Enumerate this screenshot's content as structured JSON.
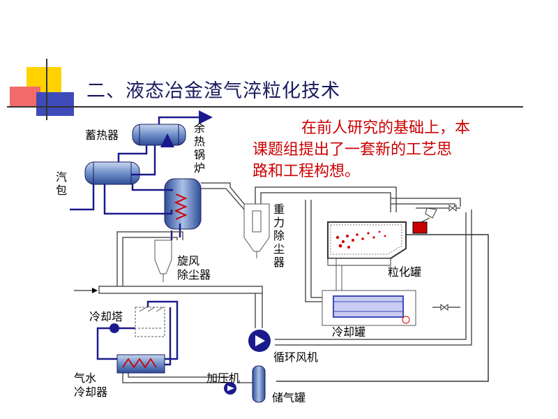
{
  "slide": {
    "title": "二、液态冶金渣气淬粒化技术",
    "note_lines": [
      "在前人研究的基础上，本",
      "课题组提出了一套新的工艺思",
      "路和工程构想。"
    ]
  },
  "labels": {
    "heat_storage": "蓄热器",
    "steam_drum": "汽包",
    "waste_heat_boiler": "余热锅炉",
    "gravity_dust": "重力除尘器",
    "cyclone": "旋风\n除尘器",
    "granulation_tank": "粒化罐",
    "cooling_tank": "冷却罐",
    "cooling_tower": "冷却塔",
    "circ_fan": "循环风机",
    "gas_water_cooler": "气水\n冷却器",
    "booster": "加压机",
    "gas_tank": "储气罐"
  },
  "colors": {
    "title": "#1a1a5e",
    "note": "#cc0000",
    "water_line": "#1a1a8c",
    "gas_line": "#555555",
    "deco_yellow": "#ffd200",
    "deco_red": "#f05a5a",
    "deco_blue": "#3e4bb8",
    "slag_red": "#cc0000"
  }
}
